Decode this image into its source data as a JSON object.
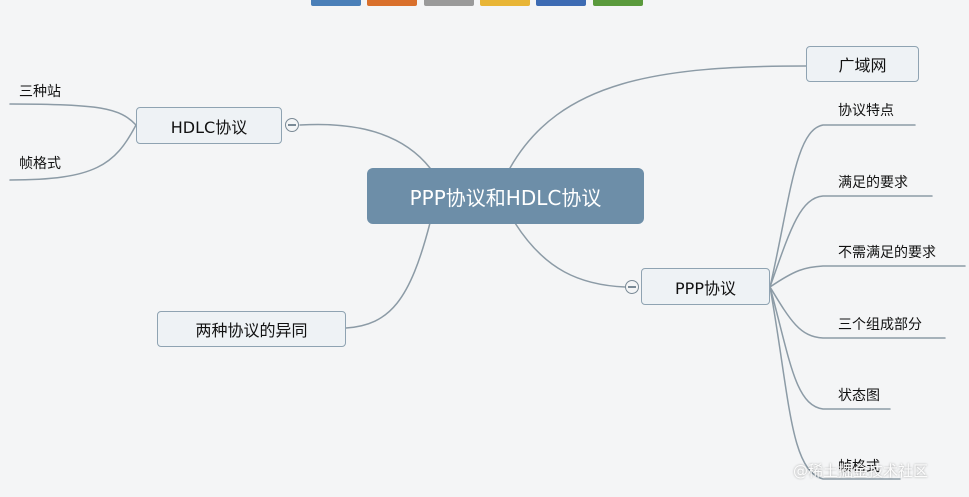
{
  "toolbar": {
    "tab_colors": [
      "#4a7fb8",
      "#d9702c",
      "#9a9a9a",
      "#e8b536",
      "#3d6bb3",
      "#5a9a3c"
    ]
  },
  "mindmap": {
    "root": "PPP协议和HDLC协议",
    "hdlc": {
      "label": "HDLC协议",
      "children": [
        "三种站",
        "帧格式"
      ]
    },
    "compare": {
      "label": "两种协议的异同"
    },
    "wan": {
      "label": "广域网"
    },
    "ppp": {
      "label": "PPP协议",
      "children": [
        "协议特点",
        "满足的要求",
        "不需满足的要求",
        "三个组成部分",
        "状态图",
        "帧格式"
      ]
    }
  },
  "watermark": "@稀土掘金技术社区",
  "colors": {
    "root_fill": "#6d8ea8",
    "node_border": "#8fa3b2",
    "line": "#8c9ba6"
  }
}
